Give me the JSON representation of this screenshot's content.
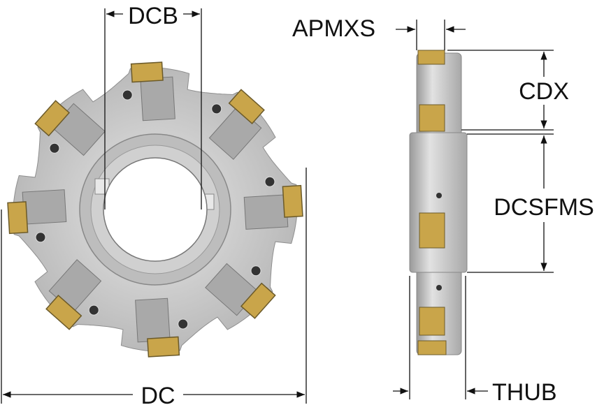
{
  "labels": {
    "dcb": "DCB",
    "dc": "DC",
    "apmxs": "APMXS",
    "cdx": "CDX",
    "dcsfms": "DCSFMS",
    "thub": "THUB"
  },
  "colors": {
    "body": "#c9c9c9",
    "body_dark": "#8e8e8e",
    "insert": "#c9a54a",
    "insert_dark": "#6b5a2a",
    "line": "#111111"
  },
  "insert_count": 8
}
